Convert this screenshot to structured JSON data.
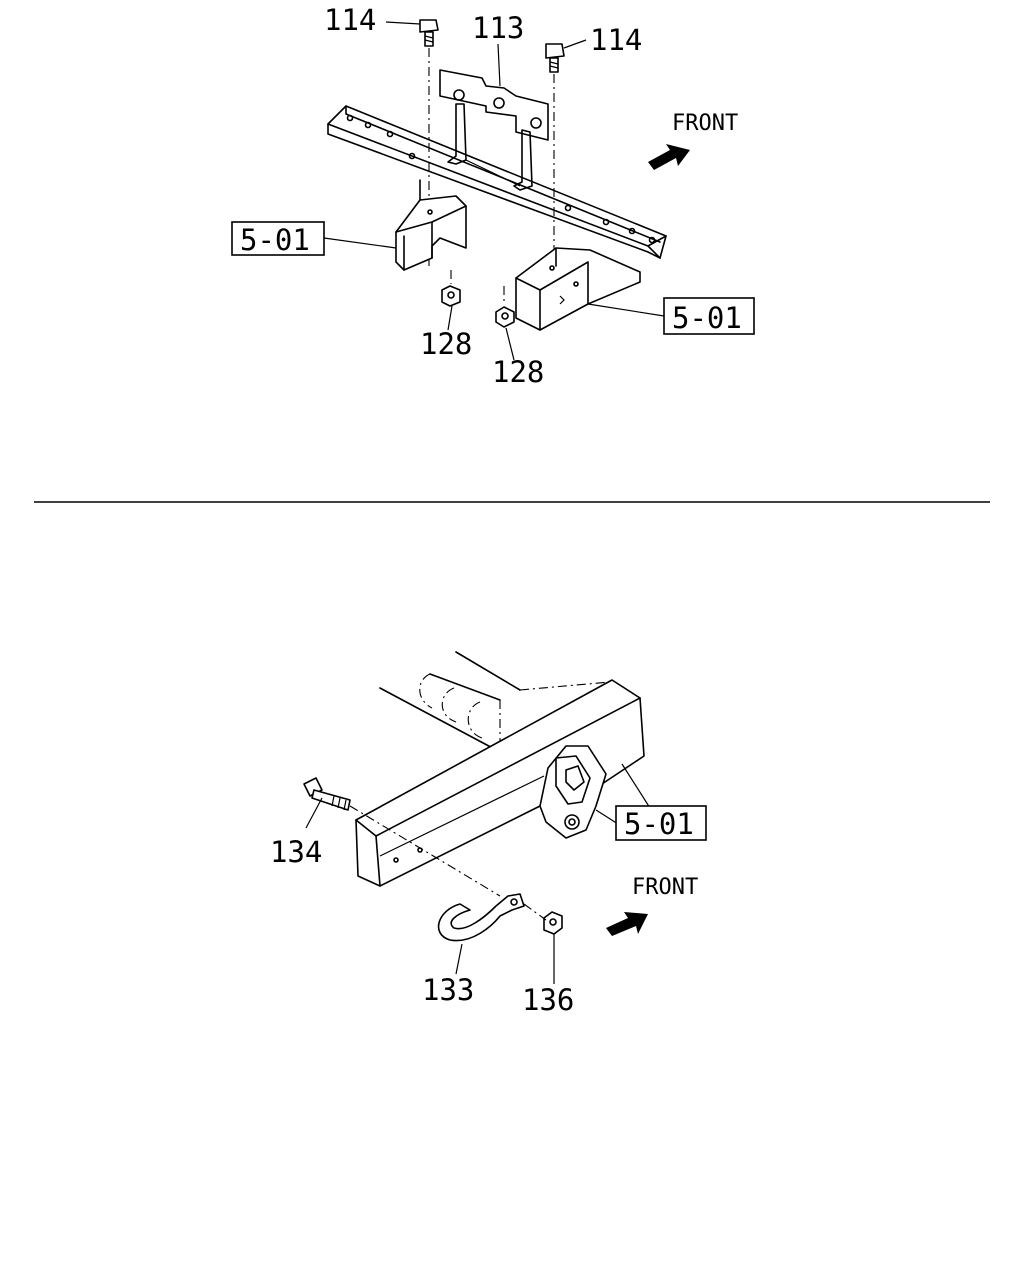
{
  "upper": {
    "bolt_left_label": "114",
    "bracket_label": "113",
    "bolt_right_label": "114",
    "front_text": "FRONT",
    "ref_left": "5-01",
    "ref_right": "5-01",
    "nut_left_label": "128",
    "nut_right_label": "128"
  },
  "lower": {
    "ref_label": "5-01",
    "bolt_label": "134",
    "front_text": "FRONT",
    "hook_label": "133",
    "nut_label": "136"
  },
  "icons": {
    "front_arrow_icon": "front-arrow-icon"
  }
}
